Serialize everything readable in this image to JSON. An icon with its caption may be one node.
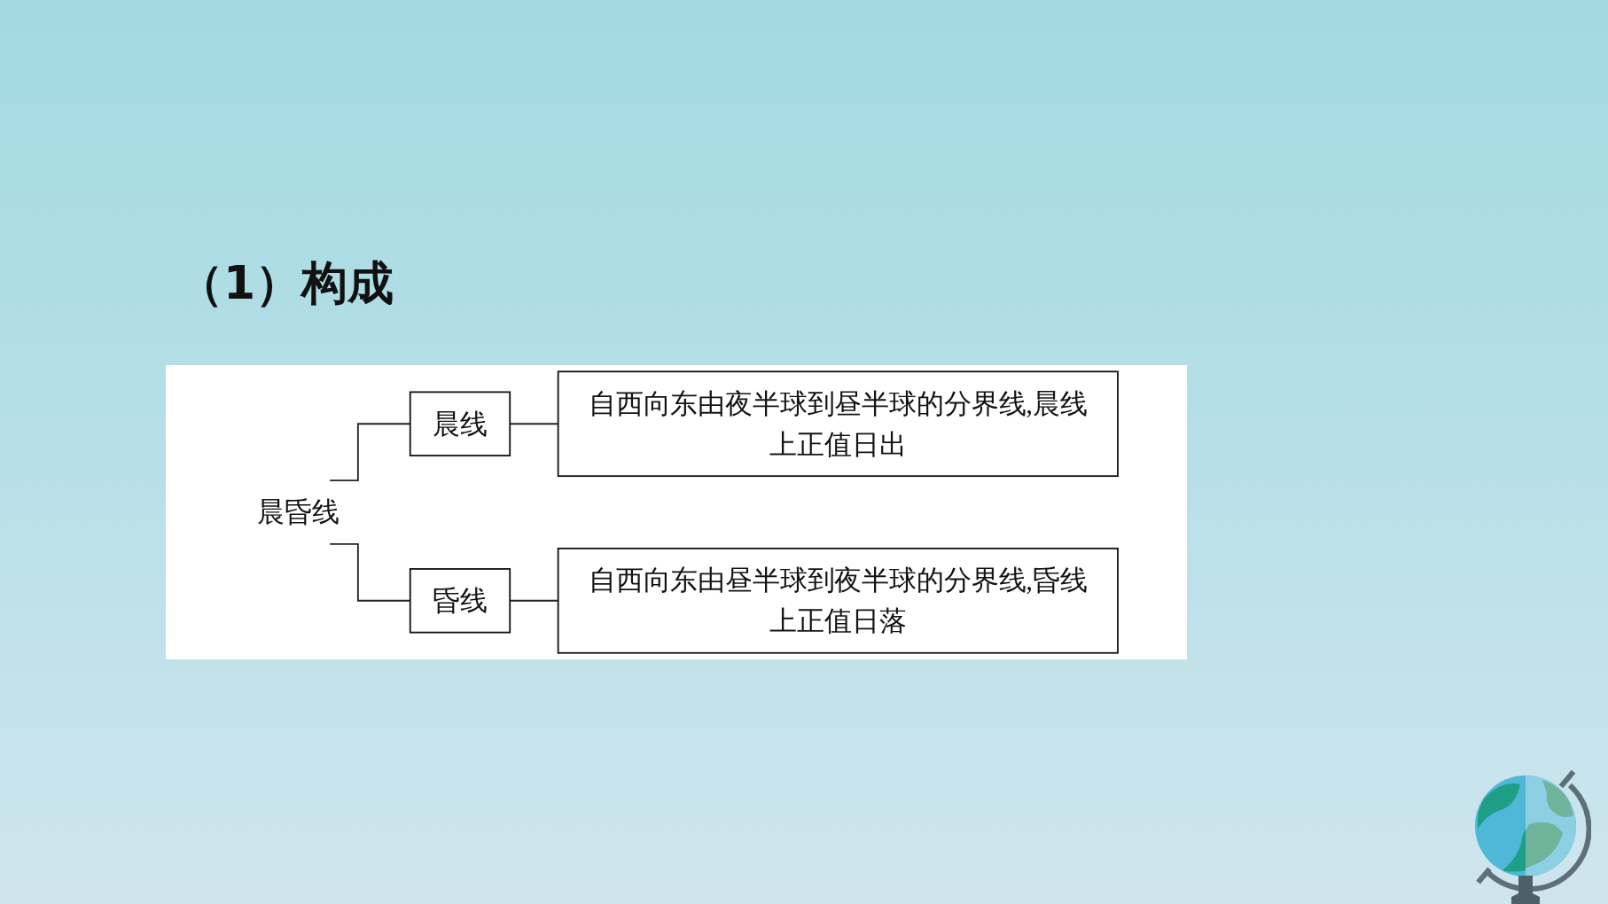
{
  "diagram": {
    "title": "（1）构成",
    "nodes": [
      {
        "text": [
          "晨昏线"
        ]
      },
      {
        "text": [
          "晨线"
        ]
      },
      {
        "text": [
          "自西向东由夜半球到昼半球的分界线,晨线上正值日出"
        ]
      },
      {
        "text": [
          "昏线"
        ]
      },
      {
        "text": [
          "自西向东由昼半球到夜半球的分界线,昏线上正值日落"
        ]
      }
    ],
    "edges": [
      {
        "from": 0,
        "to": 1,
        "arrow": "none"
      },
      {
        "from": 0,
        "to": 3,
        "arrow": "none"
      },
      {
        "from": 1,
        "to": 2,
        "arrow": "none"
      },
      {
        "from": 3,
        "to": 4,
        "arrow": "none"
      }
    ]
  }
}
